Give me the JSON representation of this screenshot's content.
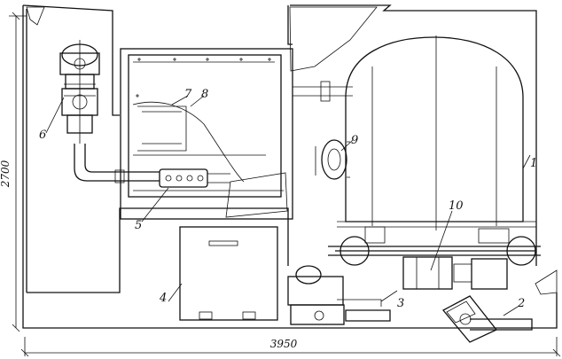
{
  "dimensions": {
    "height": "2700",
    "width": "3950"
  },
  "callouts": {
    "c1": "1",
    "c2": "2",
    "c3": "3",
    "c4": "4",
    "c5": "5",
    "c6": "6",
    "c7": "7",
    "c8": "8",
    "c9": "9",
    "c10": "10"
  }
}
